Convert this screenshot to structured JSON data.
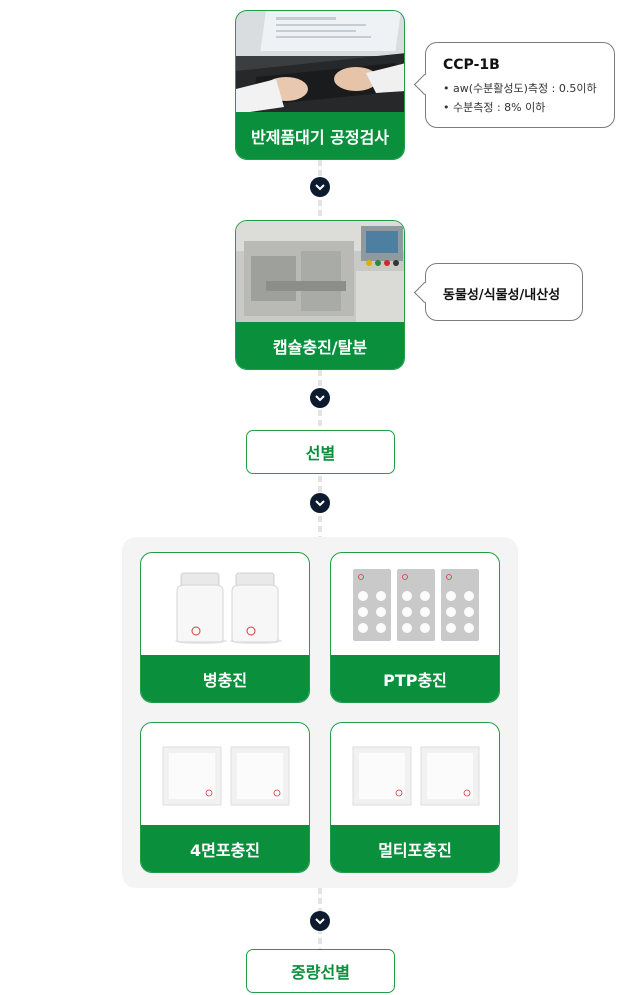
{
  "steps": {
    "inspection": {
      "label": "반제품대기 공정검사",
      "callout": {
        "title": "CCP-1B",
        "lines": [
          "• aw(수분활성도)측정 : 0.5이하",
          "• 수분측정 : 8% 이하"
        ]
      }
    },
    "capsule": {
      "label": "캡슐충진/탈분",
      "callout": {
        "text": "동물성/식물성/내산성"
      }
    },
    "sorting": {
      "label": "선별"
    },
    "packaging": [
      {
        "label": "병충진"
      },
      {
        "label": "PTP충진"
      },
      {
        "label": "4면포충진"
      },
      {
        "label": "멀티포충진"
      }
    ],
    "weight_sorting": {
      "label": "중량선별"
    }
  },
  "colors": {
    "green": "#0a8f3d",
    "border_green": "#1f9e47",
    "arrow": "#0c1b2e",
    "panel_bg": "#f4f4f4"
  },
  "icons": {
    "arrow": "chevron-down-icon"
  }
}
